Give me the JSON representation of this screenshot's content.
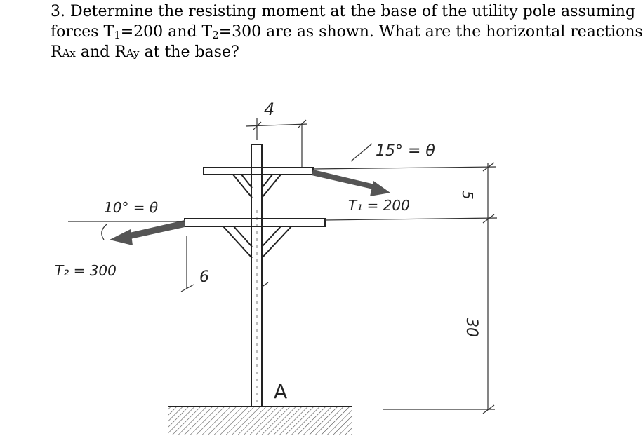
{
  "question": {
    "number": "3.",
    "line1": "Determine the resisting moment at the base of the utility pole assuming",
    "line2_pre": "forces T",
    "t1_sub": "1",
    "line2_eq1": "=200 and T",
    "t2_sub": "2",
    "line2_post": "=300  are as shown. What are the horizontal reactions",
    "line3_r1": "R",
    "line3_r1_sub": "Ax",
    "line3_and": " and R",
    "line3_r2_sub": "Ay",
    "line3_post": " at the base?"
  },
  "figure": {
    "dim_top": "4",
    "angle_t1": "15° = θ",
    "t1_label": "T₁ = 200",
    "angle_t2": "10° = θ",
    "t2_label": "T₂ = 300",
    "dim_left": "6",
    "dim_right_top": "5",
    "dim_right_bottom": "30",
    "base_label": "A"
  },
  "colors": {
    "ink": "#222222",
    "arrow": "#555555",
    "text": "#000000"
  }
}
